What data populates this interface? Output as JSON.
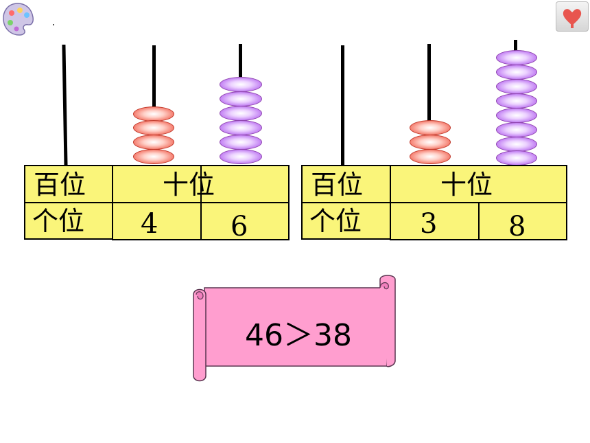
{
  "labels": {
    "hundreds": "百位",
    "tens": "十位",
    "ones": "个位"
  },
  "left_abacus": {
    "tens_digit": "4",
    "ones_digit": "6",
    "tens_beads": 4,
    "ones_beads": 6
  },
  "right_abacus": {
    "tens_digit": "3",
    "ones_digit": "8",
    "tens_beads": 3,
    "ones_beads": 8
  },
  "comparison": "46＞38",
  "colors": {
    "table_fill": "#faf57a",
    "tens_bead": "#f26a5a",
    "ones_bead": "#b86cf0",
    "scroll_fill": "#ff9ecf"
  },
  "icons": [
    "palette-icon",
    "heart-icon"
  ]
}
